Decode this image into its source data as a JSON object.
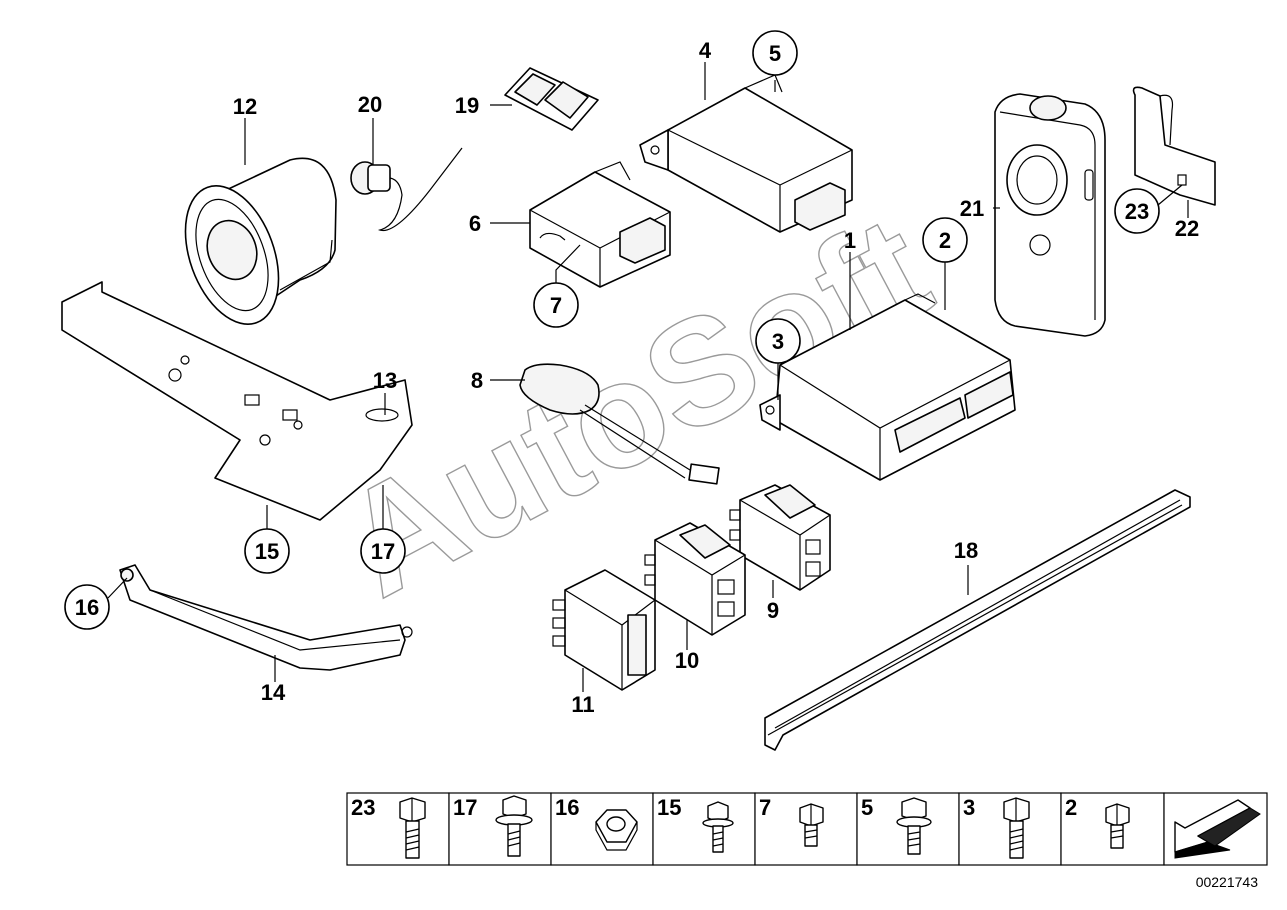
{
  "watermark": "AutoSoft",
  "document_number": "00221743",
  "callouts": [
    {
      "id": "c1",
      "label": "1",
      "circled": false
    },
    {
      "id": "c2",
      "label": "2",
      "circled": true
    },
    {
      "id": "c3",
      "label": "3",
      "circled": true
    },
    {
      "id": "c4",
      "label": "4",
      "circled": false
    },
    {
      "id": "c5",
      "label": "5",
      "circled": true
    },
    {
      "id": "c6",
      "label": "6",
      "circled": false
    },
    {
      "id": "c7",
      "label": "7",
      "circled": true
    },
    {
      "id": "c8",
      "label": "8",
      "circled": false
    },
    {
      "id": "c9",
      "label": "9",
      "circled": false
    },
    {
      "id": "c10",
      "label": "10",
      "circled": false
    },
    {
      "id": "c11",
      "label": "11",
      "circled": false
    },
    {
      "id": "c12",
      "label": "12",
      "circled": false
    },
    {
      "id": "c13",
      "label": "13",
      "circled": false
    },
    {
      "id": "c14",
      "label": "14",
      "circled": false
    },
    {
      "id": "c15",
      "label": "15",
      "circled": true
    },
    {
      "id": "c16",
      "label": "16",
      "circled": true
    },
    {
      "id": "c17",
      "label": "17",
      "circled": true
    },
    {
      "id": "c18",
      "label": "18",
      "circled": false
    },
    {
      "id": "c19",
      "label": "19",
      "circled": false
    },
    {
      "id": "c20",
      "label": "20",
      "circled": false
    },
    {
      "id": "c21",
      "label": "21",
      "circled": false
    },
    {
      "id": "c22",
      "label": "22",
      "circled": false
    },
    {
      "id": "c23",
      "label": "23",
      "circled": true
    }
  ],
  "fastener_table": [
    {
      "label": "23",
      "icon": "long-hex-bolt-icon"
    },
    {
      "label": "17",
      "icon": "flange-bolt-icon"
    },
    {
      "label": "16",
      "icon": "hex-nut-icon"
    },
    {
      "label": "15",
      "icon": "flange-bolt-icon"
    },
    {
      "label": "7",
      "icon": "hex-bolt-icon"
    },
    {
      "label": "5",
      "icon": "flange-bolt-icon"
    },
    {
      "label": "3",
      "icon": "long-hex-bolt-icon"
    },
    {
      "label": "2",
      "icon": "hex-bolt-icon"
    }
  ],
  "direction_arrow_icon": "direction-arrow-icon"
}
